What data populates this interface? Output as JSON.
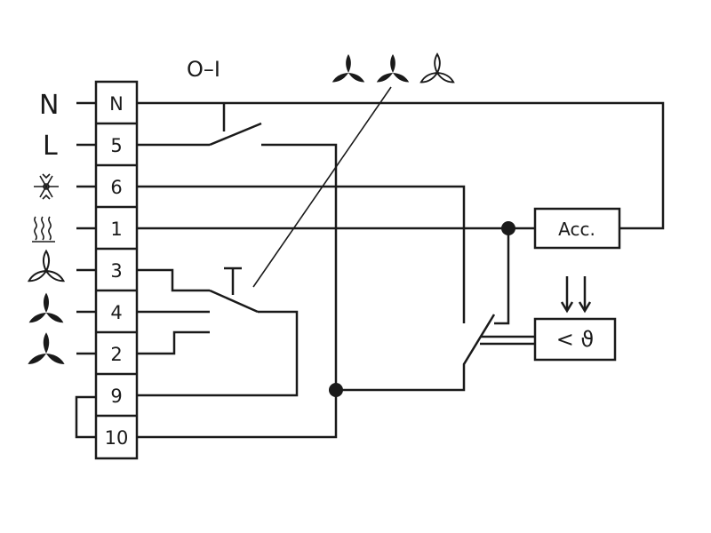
{
  "terminals": [
    "N",
    "5",
    "6",
    "1",
    "3",
    "4",
    "2",
    "9",
    "10"
  ],
  "side_labels": {
    "neutral": "N",
    "live": "L"
  },
  "switch_label": "O–I",
  "acc_label": "Acc.",
  "sensor_label": "<  ϑ",
  "icons": [
    "snowflake-icon",
    "heating-icon",
    "fan-low-icon",
    "fan-medium-icon",
    "fan-high-icon",
    "fan-speeds-icon",
    "temperature-arrows-icon"
  ]
}
